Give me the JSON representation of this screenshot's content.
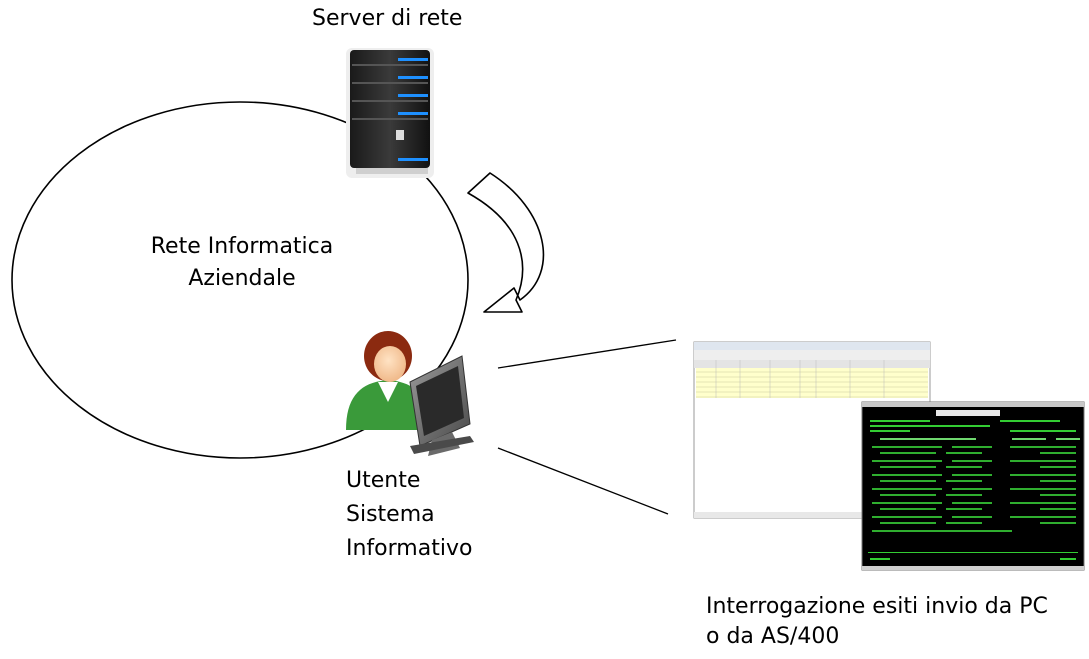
{
  "labels": {
    "server": "Server di rete",
    "network": [
      "Rete Informatica",
      "Aziendale"
    ],
    "user": [
      "Utente",
      "Sistema",
      "Informativo"
    ],
    "caption": [
      "Interrogazione esiti invio da PC",
      "o da AS/400"
    ]
  },
  "icons": {
    "server": "server-tower-icon",
    "user": "user-at-computer-icon",
    "arrow": "curved-arrow-down-icon",
    "pc_window": "pc-application-screenshot",
    "as400_terminal": "as400-terminal-screenshot"
  },
  "colors": {
    "server_body": "#2a2a2a",
    "server_led": "#1e90ff",
    "terminal_bg": "#000000",
    "terminal_text": "#33cc33",
    "table_highlight": "#ffffcc",
    "user_shirt": "#3a9a3a",
    "user_hair": "#8b2a10"
  }
}
